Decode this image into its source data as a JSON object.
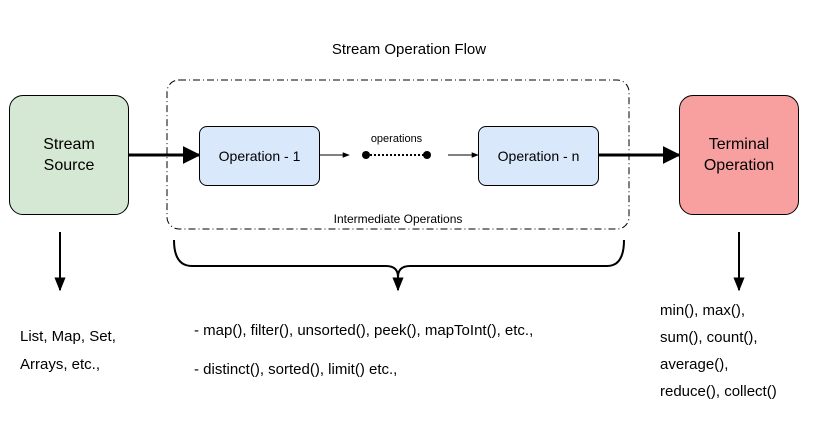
{
  "title": "Stream Operation Flow",
  "source": {
    "line1": "Stream",
    "line2": "Source",
    "fill": "#d5e8d4"
  },
  "operation_1": {
    "label": "Operation - 1",
    "fill": "#dae8fc"
  },
  "operations_connector": {
    "label": "operations"
  },
  "operation_n": {
    "label": "Operation - n",
    "fill": "#dae8fc"
  },
  "terminal": {
    "line1": "Terminal",
    "line2": "Operation",
    "fill": "#f8a0a0"
  },
  "intermediate_group": {
    "label": "Intermediate Operations"
  },
  "source_examples": {
    "line1": "List, Map, Set,",
    "line2": "Arrays, etc.,"
  },
  "intermediate_examples": {
    "line1": "- map(), filter(), unsorted(), peek(), mapToInt(), etc.,",
    "line2": "- distinct(), sorted(), limit() etc.,"
  },
  "terminal_examples": {
    "line1": "min(), max(),",
    "line2": "sum(), count(),",
    "line3": "average(),",
    "line4": "reduce(), collect()"
  }
}
